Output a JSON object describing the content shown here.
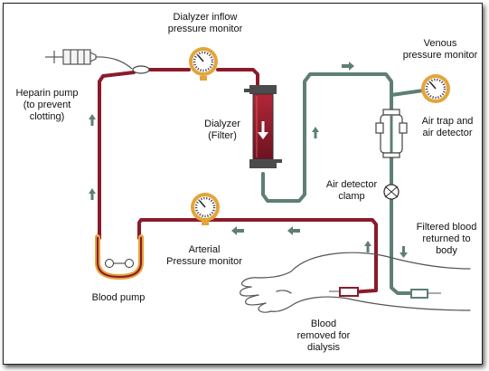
{
  "labels": {
    "dialyzer_inflow": "Dialyzer inflow\npressure monitor",
    "venous": "Venous\npressure monitor",
    "heparin": "Heparin pump\n(to prevent\nclotting)",
    "dialyzer": "Dialyzer\n(Filter)",
    "air_trap": "Air trap and\nair detector",
    "air_clamp": "Air detector\nclamp",
    "filtered": "Filtered blood\nreturned to\nbody",
    "arterial": "Arterial\nPressure monitor",
    "blood_pump": "Blood pump",
    "blood_removed": "Blood\nremoved for\ndialysis"
  },
  "colors": {
    "arterial_line": "#8b1a2b",
    "venous_line": "#5e7f72",
    "gauge_ring": "#e3a43a",
    "pump": "#e3a43a",
    "arrow": "#5e7f72"
  }
}
